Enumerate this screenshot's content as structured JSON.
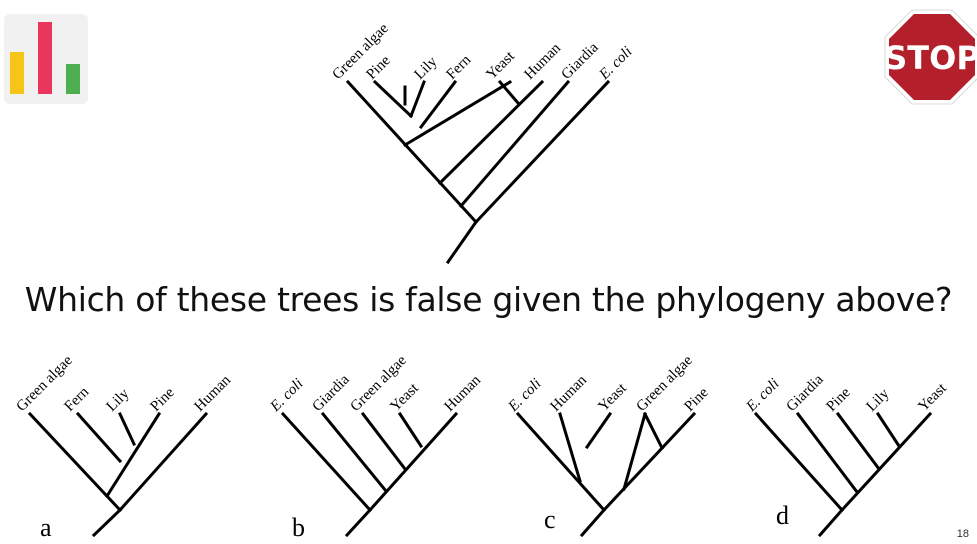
{
  "slide": {
    "question": "Which of these trees is false given the phylogeny above?",
    "page_number": "18",
    "stop_sign_text": "STOP",
    "poll_icon_colors": [
      "#f5c518",
      "#e8365d",
      "#4caf50"
    ]
  },
  "main_tree": {
    "taxa": [
      "Green algae",
      "Pine",
      "Lily",
      "Fern",
      "Yeast",
      "Human",
      "Giardia",
      "E. coli"
    ]
  },
  "options": [
    {
      "letter": "a",
      "taxa": [
        "Green algae",
        "Fern",
        "Lily",
        "Pine",
        "Human"
      ]
    },
    {
      "letter": "b",
      "taxa": [
        "E. coli",
        "Giardia",
        "Green algae",
        "Yeast",
        "Human"
      ]
    },
    {
      "letter": "c",
      "taxa": [
        "E. coli",
        "Human",
        "Yeast",
        "Green algae",
        "Pine"
      ]
    },
    {
      "letter": "d",
      "taxa": [
        "E. coli",
        "Giardia",
        "Pine",
        "Lily",
        "Yeast"
      ]
    }
  ]
}
